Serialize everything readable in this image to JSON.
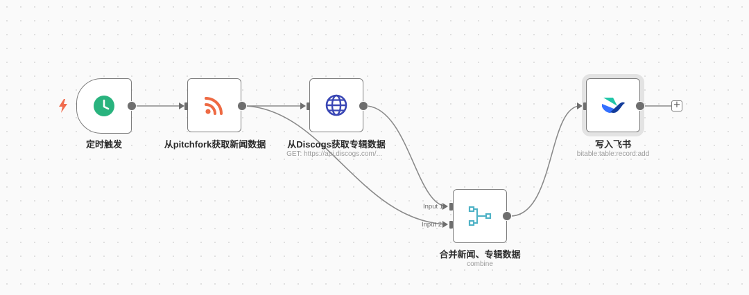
{
  "workflow": {
    "nodes": [
      {
        "id": "trigger",
        "label": "定时触发",
        "subtitle": "",
        "icon": "clock-icon"
      },
      {
        "id": "rss",
        "label": "从pitchfork获取新闻数据",
        "subtitle": "",
        "icon": "rss-icon"
      },
      {
        "id": "http",
        "label": "从Discogs获取专辑数据",
        "subtitle": "GET: https://api.discogs.com/...",
        "icon": "globe-icon"
      },
      {
        "id": "merge",
        "label": "合并新闻、专辑数据",
        "subtitle": "combine",
        "icon": "merge-icon",
        "inputs": [
          "Input 1",
          "Input 2"
        ]
      },
      {
        "id": "feishu",
        "label": "写入飞书",
        "subtitle": "bitable:table:record:add",
        "icon": "feishu-icon"
      }
    ]
  },
  "colors": {
    "clock": "#29b37e",
    "rss": "#ee6a43",
    "globe": "#3a47b5",
    "merge": "#4fb2c6",
    "feishu_teal": "#21c6a8",
    "feishu_blue": "#3370ff",
    "feishu_navy": "#133c9a",
    "bolt": "#f06b4d"
  },
  "icons": {
    "trigger_marker": "lightning-bolt-icon",
    "add": "plus-icon"
  }
}
